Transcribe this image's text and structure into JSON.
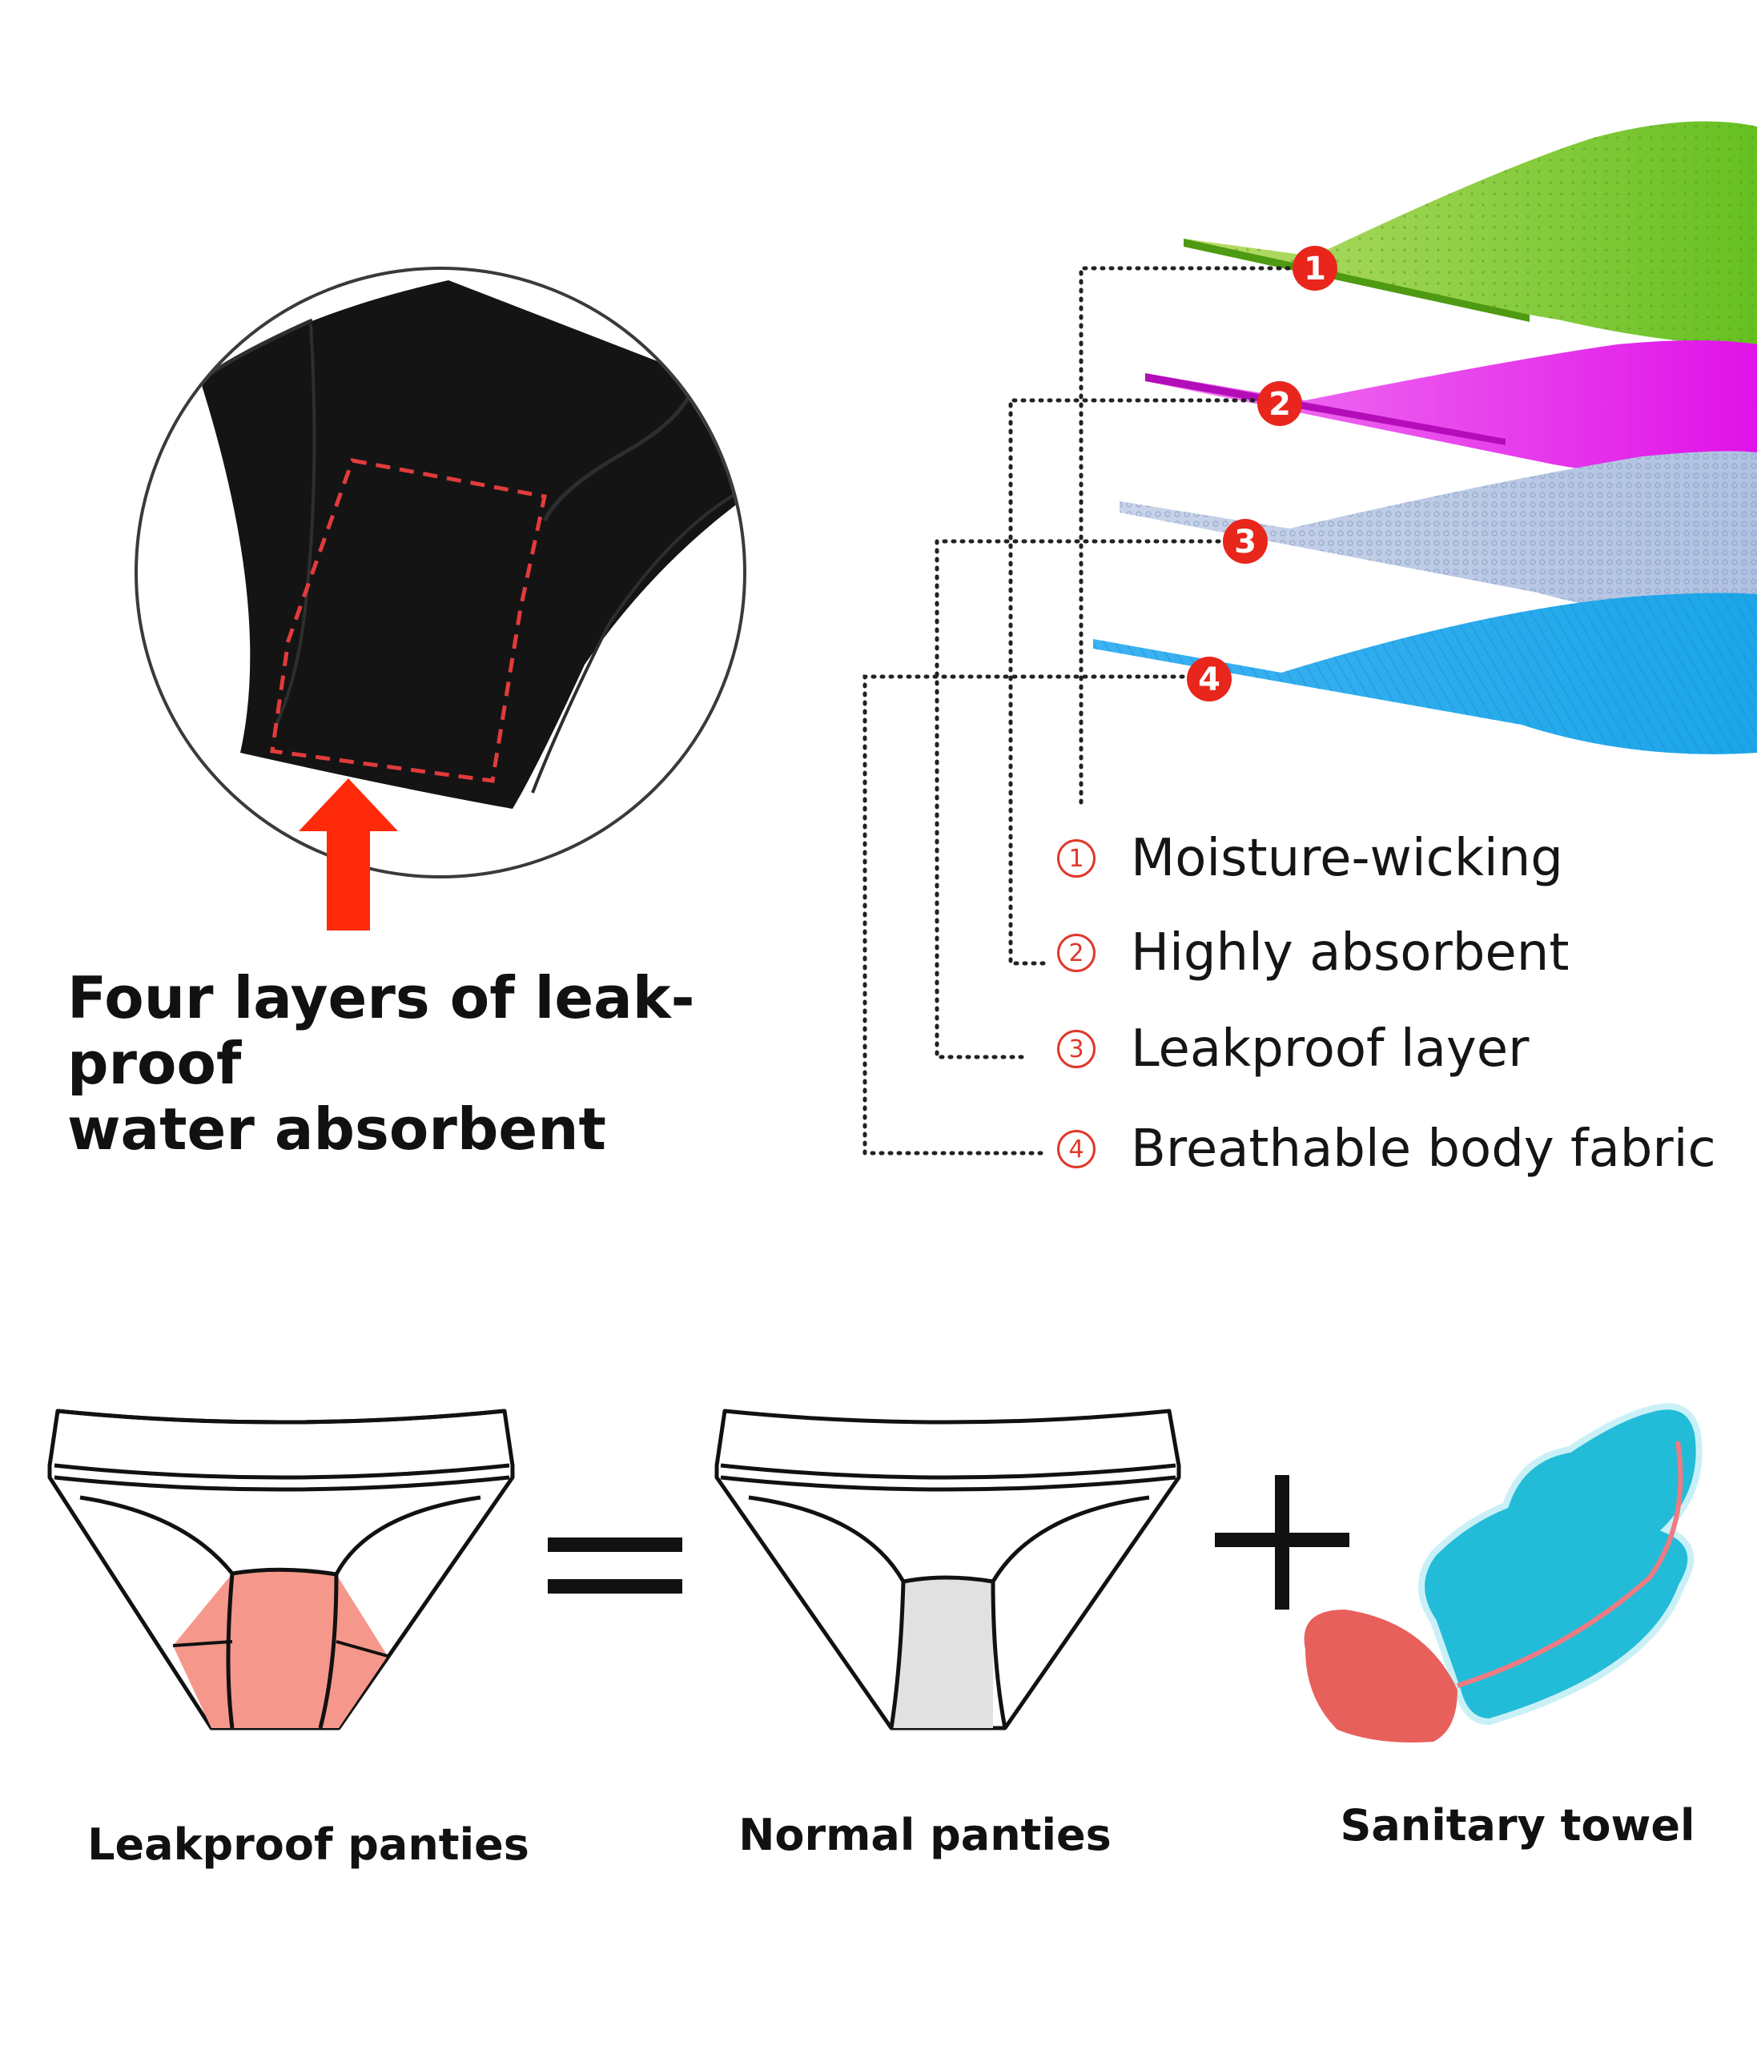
{
  "heading": {
    "line1": "Four layers of leak-proof",
    "line2": "water absorbent"
  },
  "layers": [
    {
      "num": "1",
      "label": "Moisture-wicking",
      "color": "#7dc832"
    },
    {
      "num": "2",
      "label": "Highly absorbent",
      "color": "#e81ce8"
    },
    {
      "num": "3",
      "label": "Leakproof layer",
      "color": "#b9c9e6"
    },
    {
      "num": "4",
      "label": "Breathable body fabric",
      "color": "#22a3ea"
    }
  ],
  "legend_numbers": [
    "①",
    "②",
    "③",
    "④"
  ],
  "badge_color": "#e8261c",
  "comparison": {
    "equals_symbol": "=",
    "plus_symbol": "+",
    "items": [
      {
        "caption": "Leakproof panties",
        "accent": "#f6978b"
      },
      {
        "caption": "Normal panties",
        "accent": "#e1e1e1"
      },
      {
        "caption": "Sanitary towel",
        "accent": "#22bcd8"
      }
    ]
  }
}
